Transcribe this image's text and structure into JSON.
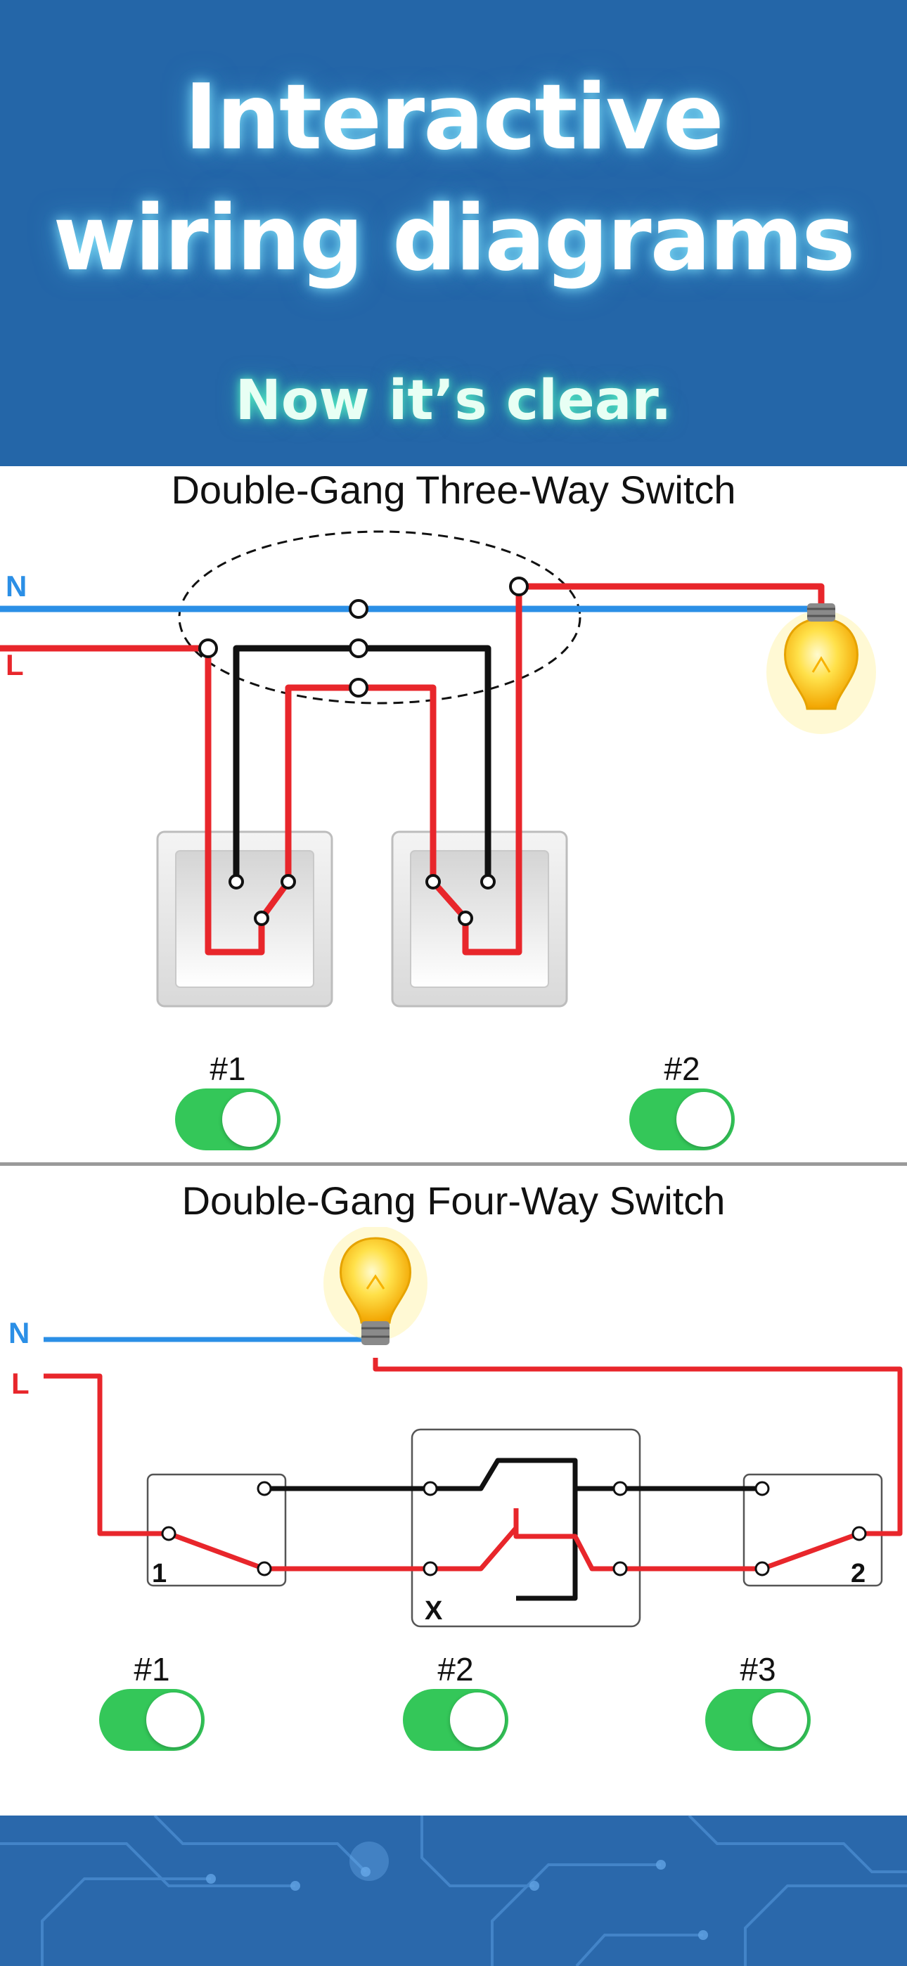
{
  "header": {
    "headline_line1": "Interactive",
    "headline_line2": "wiring diagrams",
    "tagline": "Now it’s clear."
  },
  "three_way": {
    "title": "Double-Gang Three-Way Switch",
    "neutral_label": "N",
    "line_label": "L",
    "toggles": [
      {
        "label": "#1",
        "state": "on"
      },
      {
        "label": "#2",
        "state": "on"
      }
    ]
  },
  "four_way": {
    "title": "Double-Gang Four-Way Switch",
    "neutral_label": "N",
    "line_label": "L",
    "switch_labels": [
      "1",
      "X",
      "2"
    ],
    "toggles": [
      {
        "label": "#1",
        "state": "on"
      },
      {
        "label": "#2",
        "state": "on"
      },
      {
        "label": "#3",
        "state": "on"
      }
    ]
  },
  "colors": {
    "header_bg": "#2466a8",
    "neutral_wire": "#2b8fe6",
    "live_wire": "#e8262b",
    "traveler_wire": "#111111",
    "toggle_on": "#34c759",
    "footer_bg": "#2a68ab"
  },
  "icons": {
    "bulb": "lightbulb-icon",
    "terminal": "terminal-icon"
  }
}
